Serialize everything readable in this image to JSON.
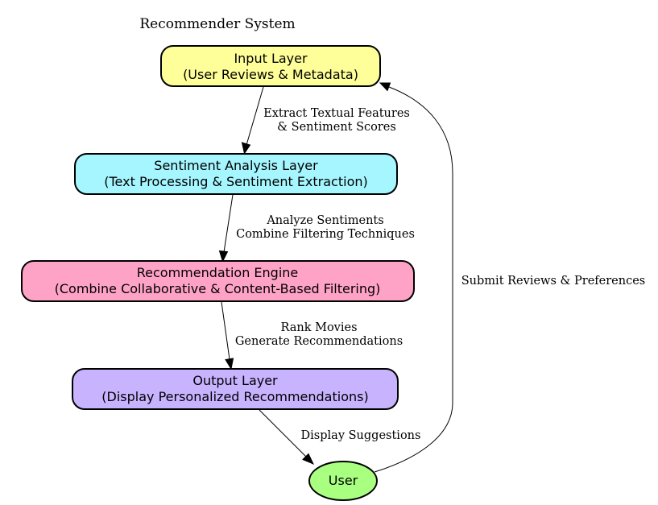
{
  "diagram": {
    "title": "Recommender System",
    "nodes": {
      "input": {
        "line1": "Input Layer",
        "line2": "(User Reviews & Metadata)",
        "color": "#ffff99"
      },
      "sentiment": {
        "line1": "Sentiment Analysis Layer",
        "line2": "(Text Processing & Sentiment Extraction)",
        "color": "#a6f6ff"
      },
      "engine": {
        "line1": "Recommendation Engine",
        "line2": "(Combine Collaborative & Content-Based Filtering)",
        "color": "#ffa3c6"
      },
      "output": {
        "line1": "Output Layer",
        "line2": "(Display Personalized Recommendations)",
        "color": "#c8b3ff"
      },
      "user": {
        "line1": "User",
        "color": "#a8ff80"
      }
    },
    "edges": {
      "input_to_sentiment": {
        "line1": "Extract Textual Features",
        "line2": "& Sentiment Scores"
      },
      "sentiment_to_engine": {
        "line1": "Analyze Sentiments",
        "line2": "Combine Filtering Techniques"
      },
      "engine_to_output": {
        "line1": "Rank Movies",
        "line2": "Generate Recommendations"
      },
      "output_to_user": {
        "line1": "Display Suggestions"
      },
      "user_to_input": {
        "line1": "Submit Reviews & Preferences"
      }
    }
  }
}
